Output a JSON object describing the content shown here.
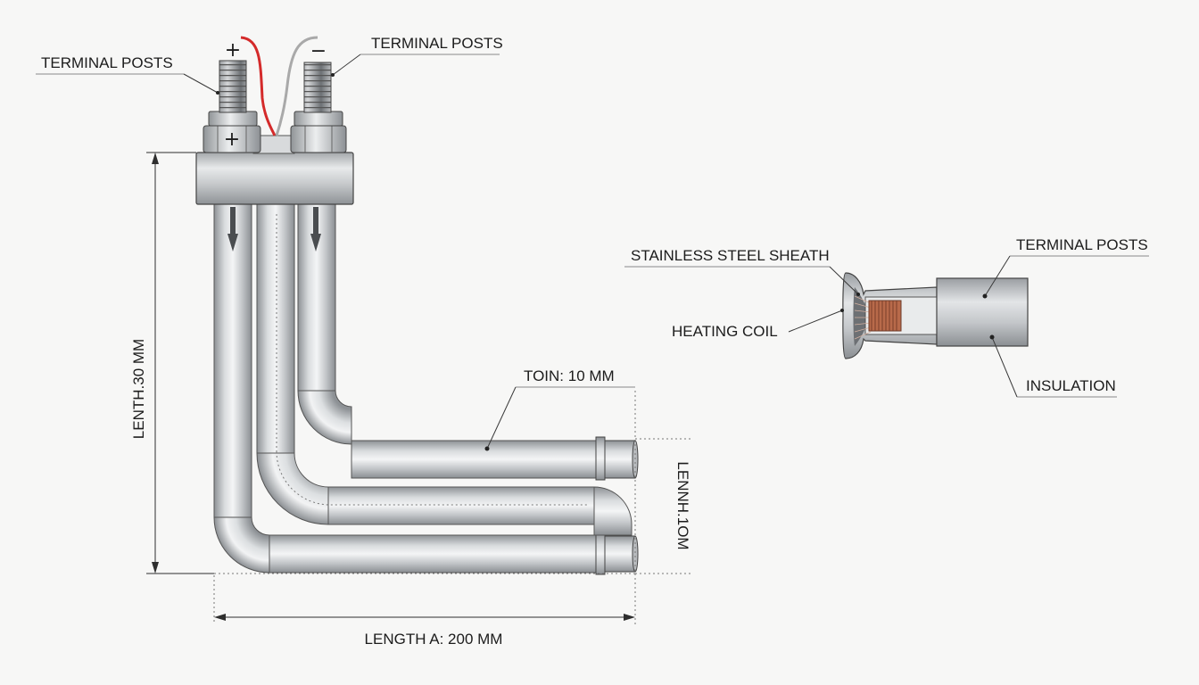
{
  "labels": {
    "terminal_posts_left": "TERMINAL POSTS",
    "terminal_posts_top": "TERMINAL POSTS",
    "terminal_posts_detail": "TERMINAL POSTS",
    "stainless_steel_sheath": "STAINLESS STEEL SHEATH",
    "heating_coil": "HEATING COIL",
    "insulation": "INSULATION",
    "tube_dimension": "TOIN: 10 MM",
    "height_dimension": "LENTH.30 MM",
    "offset_dimension": "LENNH.1OM",
    "length_dimension": "LENGTH A: 200 MM"
  },
  "symbols": {
    "positive_wire": "+",
    "negative_wire": "−",
    "positive_nut": "+"
  },
  "colors": {
    "steel_light": "#f2f3f4",
    "steel_mid": "#c4c7ca",
    "steel_dark": "#8b8f93",
    "wire_positive": "#d42a2a",
    "wire_negative": "#a9a9a9",
    "coil_copper": "#b86a4a",
    "line": "#2e2e2e"
  }
}
